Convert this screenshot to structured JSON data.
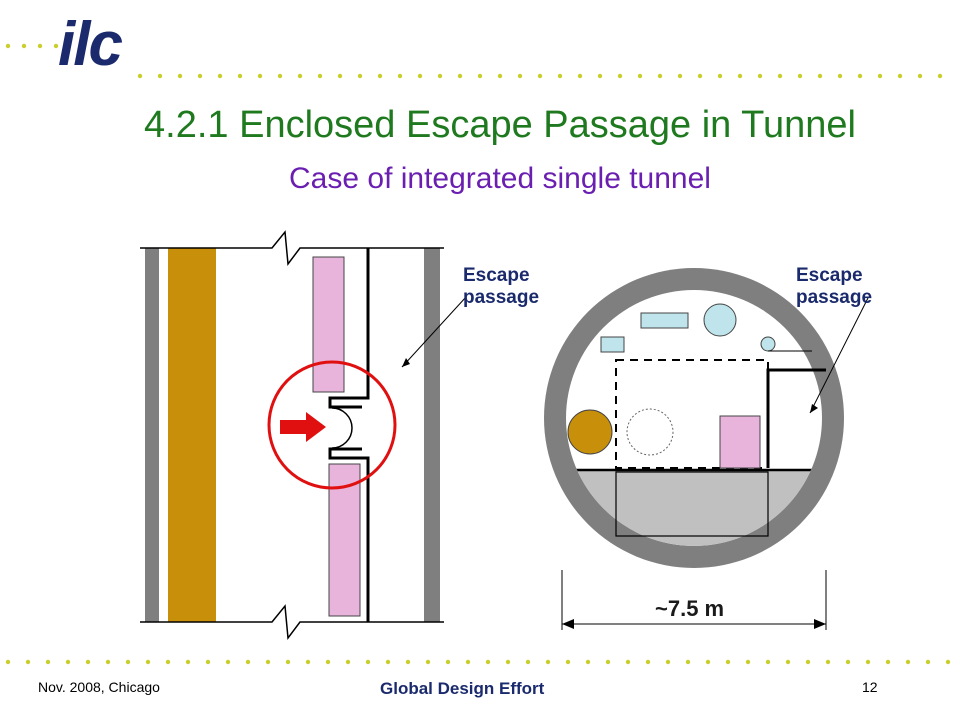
{
  "logo": {
    "text": "ilc"
  },
  "title": "4.2.1 Enclosed Escape Passage in Tunnel",
  "subtitle": "Case of integrated single tunnel",
  "diagram": {
    "plan_escape_label": "Escape\npassage",
    "section_escape_label": "Escape\npassage",
    "width_label": "~7.5 m"
  },
  "footer": {
    "left": "Nov. 2008, Chicago",
    "center": "Global Design Effort",
    "page": "12"
  },
  "colors": {
    "title": "#1f7a1f",
    "subtitle": "#6a1fb0",
    "label": "#1a2a6c",
    "logo": "#1a2a6c",
    "dots": "#c8cf2a",
    "wall": "#7f7f7f",
    "brown": "#c8900a",
    "pink": "#e9b4dc",
    "lightblue": "#bfe4ec",
    "red": "#e01010",
    "floor": "#c0c0c0"
  }
}
